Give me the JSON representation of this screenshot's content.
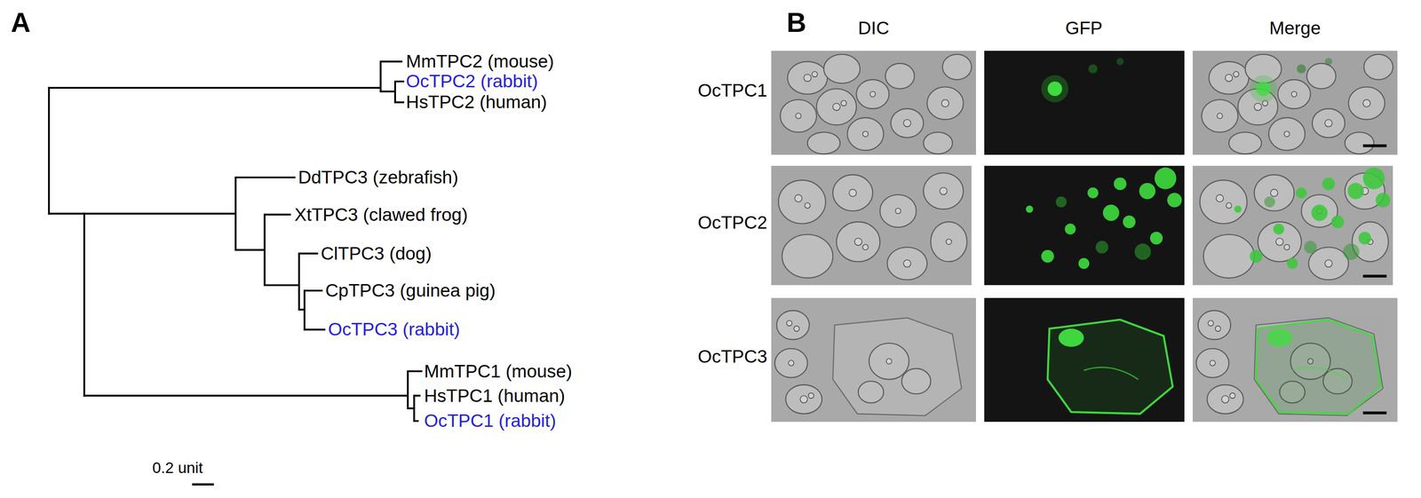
{
  "diagram": {
    "labels": [
      "A",
      "MmTPC2 (mouse)",
      "OcTPC2 (rabbit)",
      "HsTPC2 (human)",
      "DdTPC3 (zebrafish)",
      "XtTPC3 (clawed frog)",
      "ClTPC3 (dog)",
      "CpTPC3 (guinea pig)",
      "OcTPC3 (rabbit)",
      "MmTPC1 (mouse)",
      "HsTPC1 (human)",
      "OcTPC1 (rabbit)",
      "0.2 unit",
      "B",
      "DIC",
      "GFP",
      "Merge",
      "OcTPC1",
      "OcTPC2",
      "OcTPC3"
    ]
  }
}
